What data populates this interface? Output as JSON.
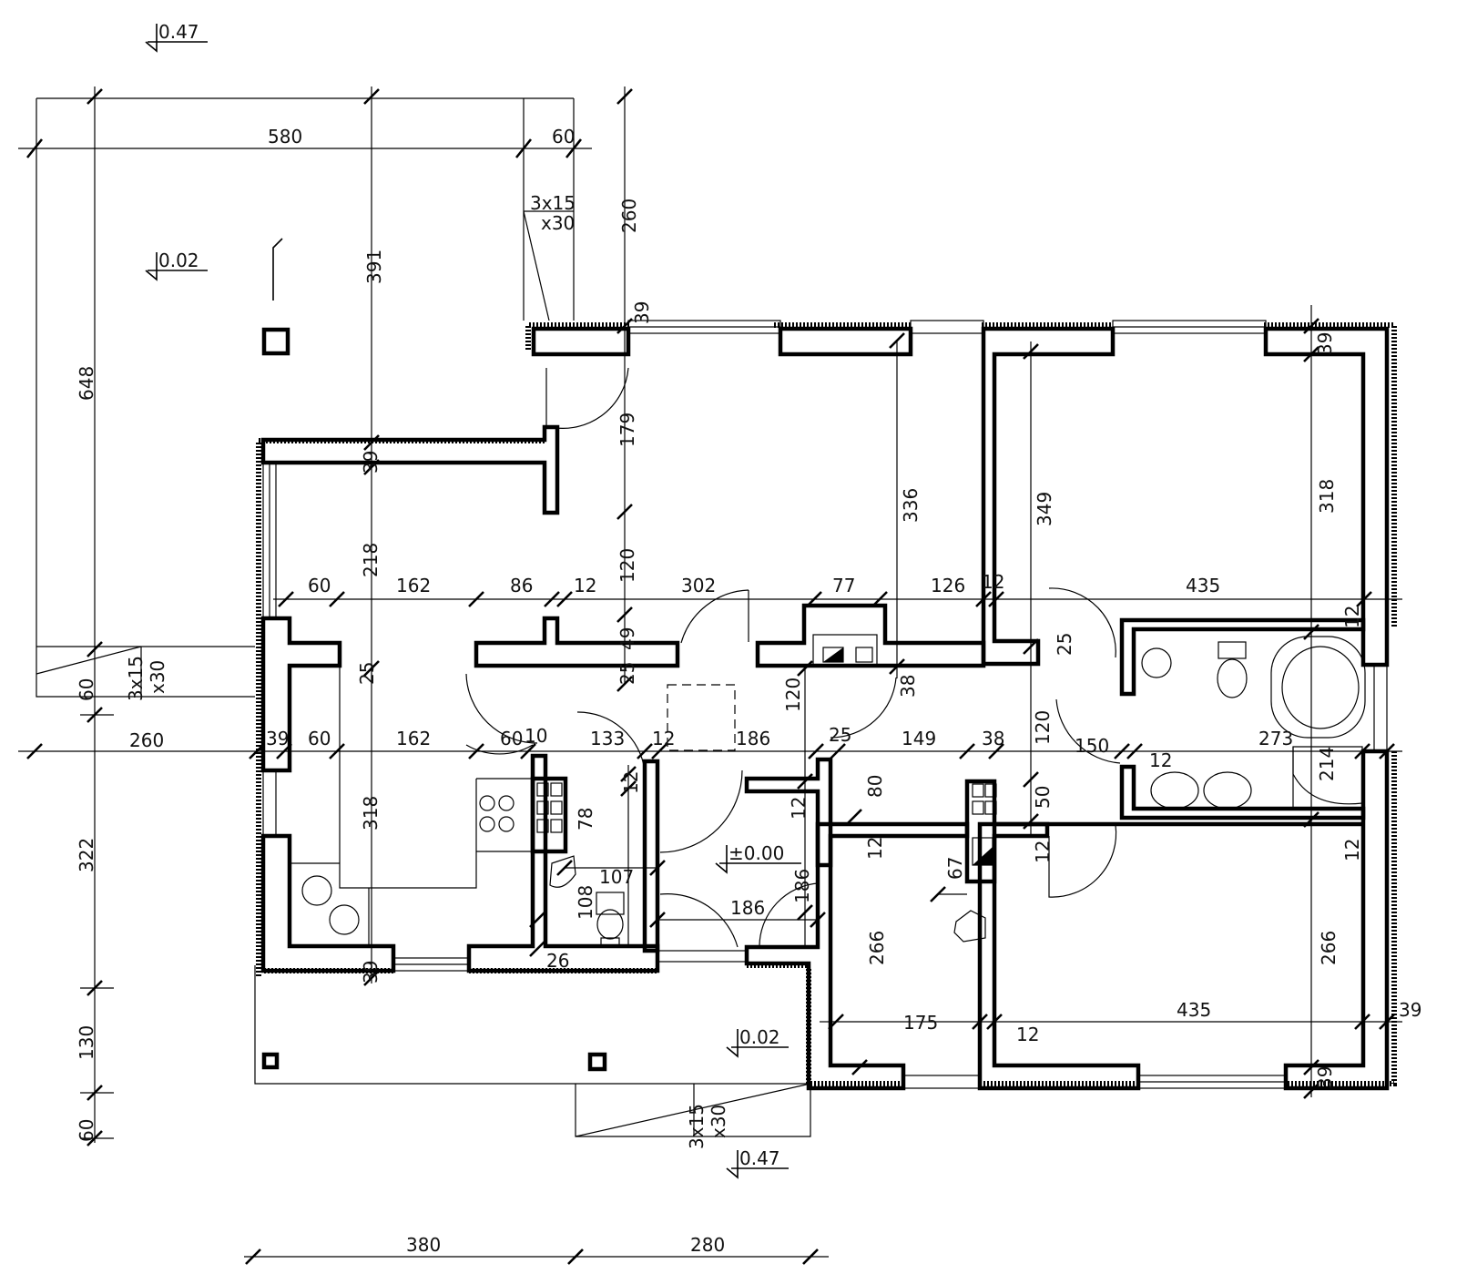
{
  "levels": {
    "top_left": "0.47",
    "terrace": "0.02",
    "floor": "±0.00",
    "porch": "0.02",
    "bottom": "0.47"
  },
  "stairs": {
    "top": [
      "3x15",
      "x30"
    ],
    "left": [
      "3x15",
      "x30"
    ],
    "bottom": [
      "3x15",
      "x30"
    ]
  },
  "dims": {
    "d580": "580",
    "d60a": "60",
    "d260v": "260",
    "d648": "648",
    "d391": "391",
    "d60v": "60",
    "d260h": "260",
    "d322": "322",
    "d130": "130",
    "d60b": "60",
    "d39a": "39",
    "d39b": "39",
    "d39c": "39",
    "d39d": "39",
    "d39e": "39",
    "d39f": "39",
    "d39g": "39",
    "d179": "179",
    "d120a": "120",
    "d49": "49",
    "d25a": "25",
    "d218": "218",
    "d336": "336",
    "d349": "349",
    "d318a": "318",
    "d318b": "318",
    "r1_60": "60",
    "r1_162": "162",
    "r1_86": "86",
    "r1_12": "12",
    "r1_302": "302",
    "r1_77": "77",
    "r1_126": "126",
    "r1_12b": "12",
    "r1_435": "435",
    "r2_39": "39",
    "r2_60": "60",
    "r2_162": "162",
    "r2_60b": "60",
    "r2_10": "10",
    "r2_133": "133",
    "r2_12": "12",
    "r2_186": "186",
    "r2_25": "25",
    "r2_149": "149",
    "r2_38": "38",
    "r2_150": "150",
    "r2_12b": "12",
    "r2_273": "273",
    "d25b": "25",
    "d25c": "25",
    "d25d": "25",
    "d38": "38",
    "d120b": "120",
    "d120c": "120",
    "d12a": "12",
    "d12b": "12",
    "d12c": "12",
    "d12d": "12",
    "d12e": "12",
    "d12f": "12",
    "d12g": "12",
    "d12h": "12",
    "d78": "78",
    "d107": "107",
    "d108": "108",
    "d26": "26",
    "d186b": "186",
    "d186v": "186",
    "d80": "80",
    "d50": "50",
    "d67": "67",
    "d214": "214",
    "d266a": "266",
    "d266b": "266",
    "d175": "175",
    "d435b": "435",
    "d380": "380",
    "d280": "280"
  }
}
